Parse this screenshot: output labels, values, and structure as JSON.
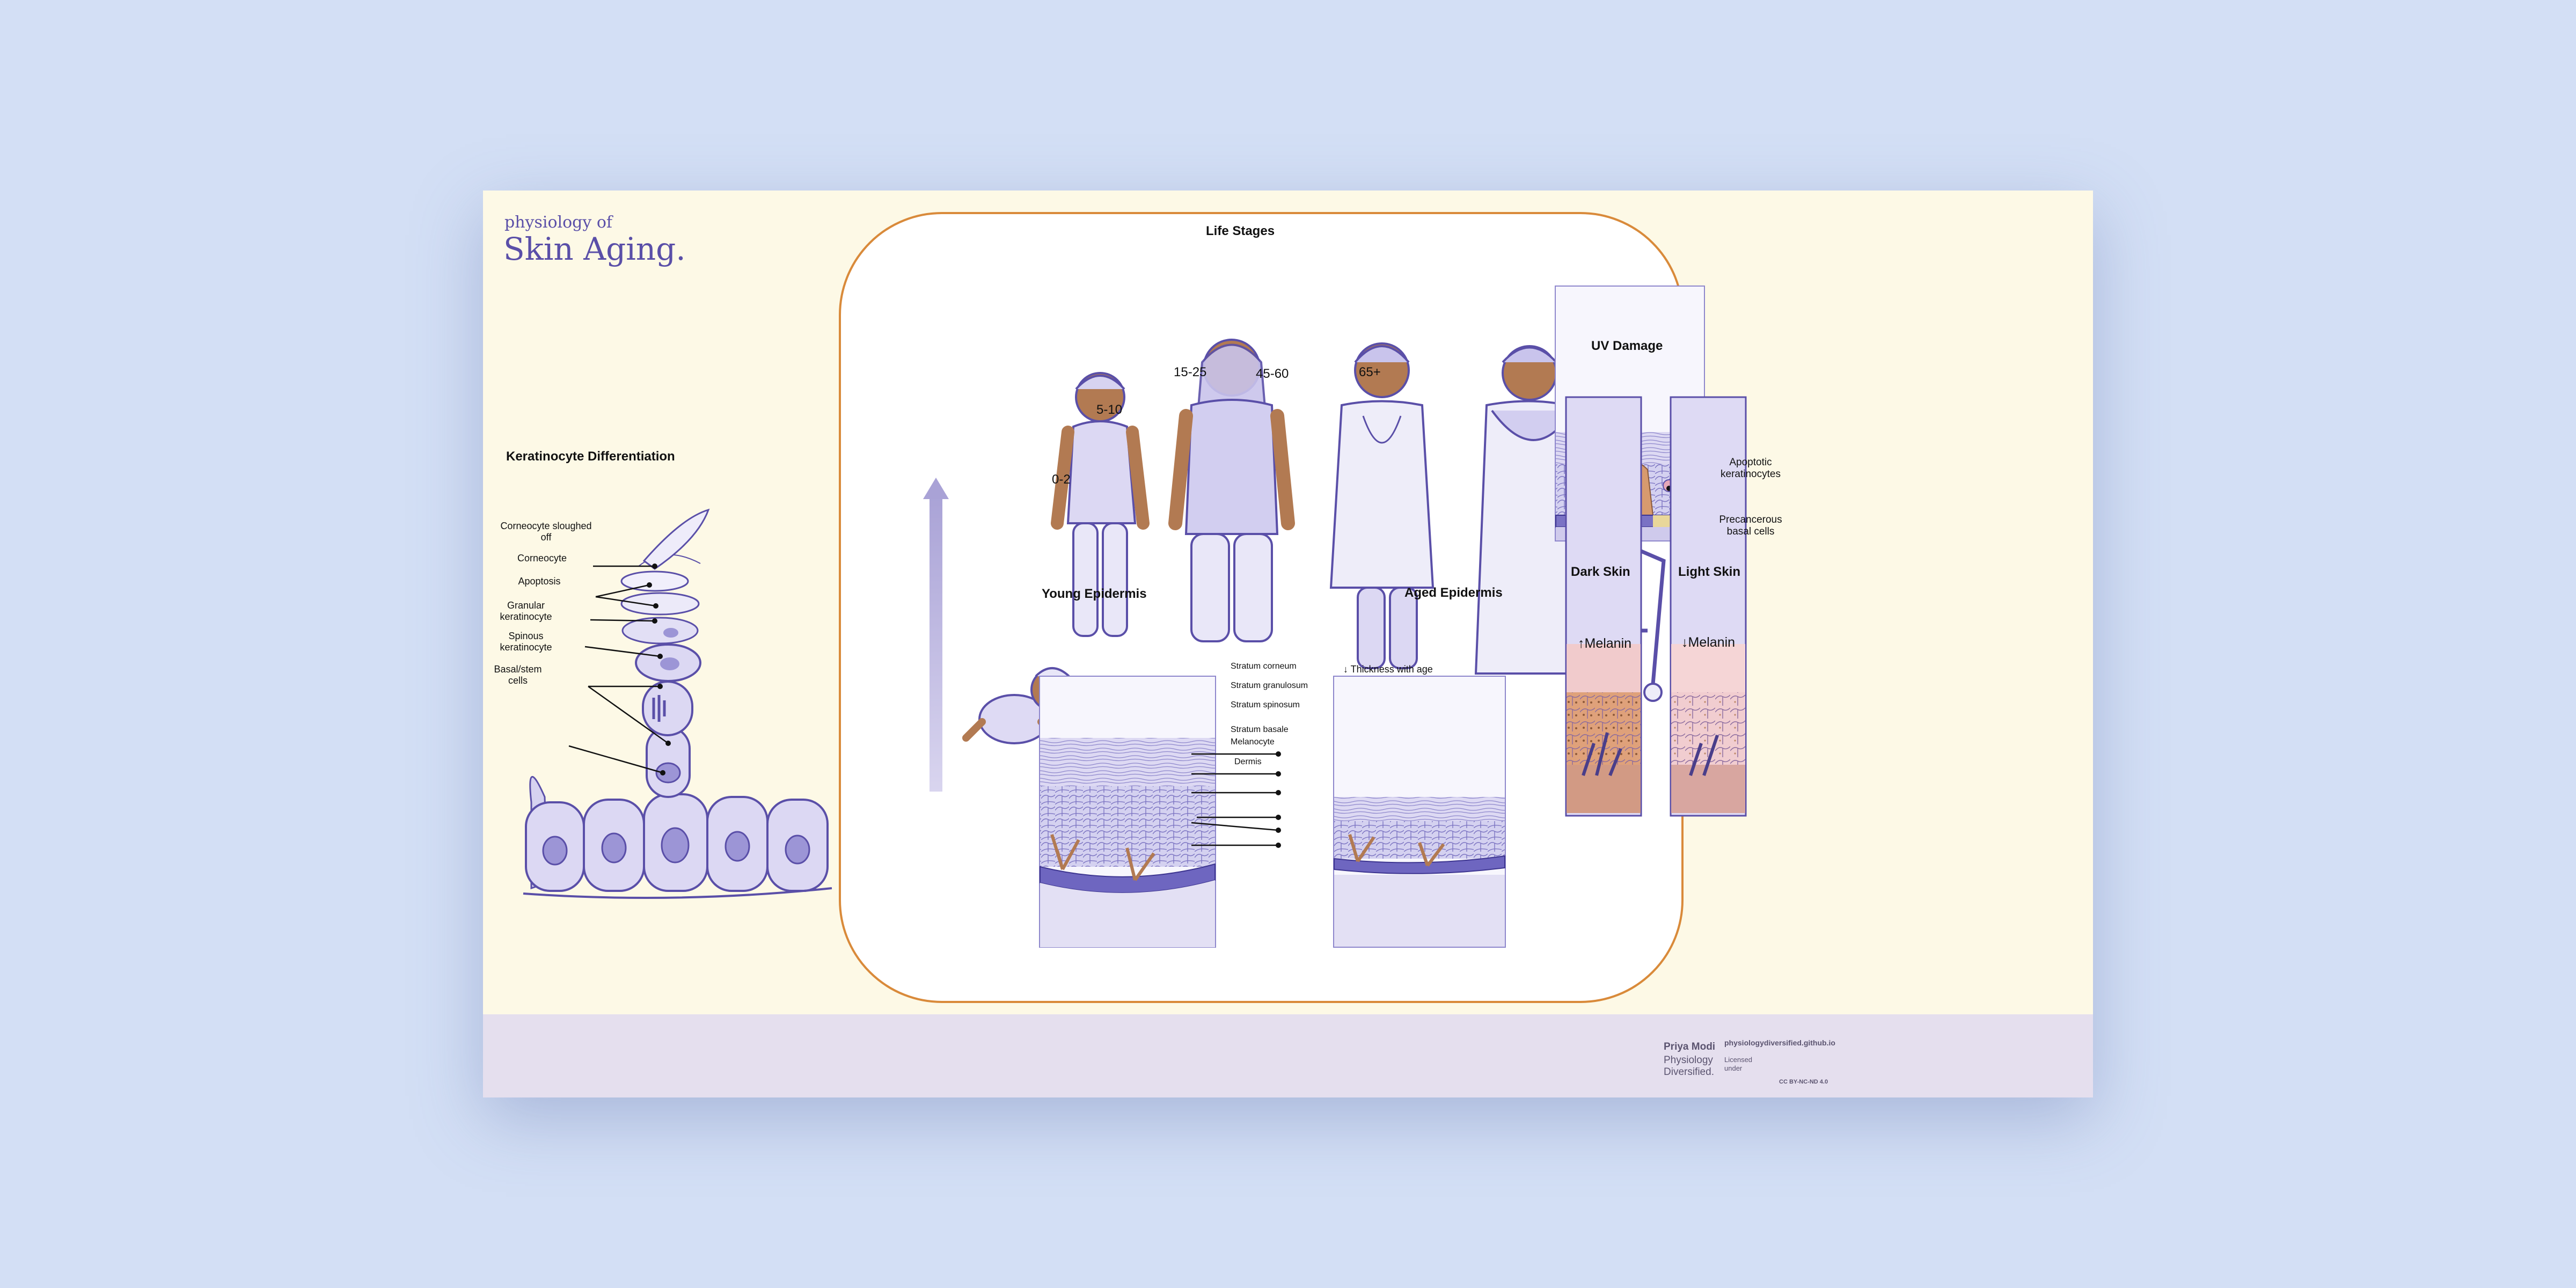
{
  "header": {
    "kicker": "physiology of",
    "title": "Skin Aging."
  },
  "keratinocyte": {
    "heading": "Keratinocyte Differentiation",
    "labels": [
      "Corneocyte sloughed off",
      "Corneocyte",
      "Apoptosis",
      "Granular keratinocyte",
      "Spinous keratinocyte",
      "Basal/stem cells"
    ]
  },
  "life_stages": {
    "heading": "Life Stages",
    "ages": [
      "0-2",
      "5-10",
      "15-25",
      "45-60",
      "65+"
    ]
  },
  "young": {
    "heading": "Young Epidermis",
    "layers": [
      "Stratum corneum",
      "Stratum granulosum",
      "Stratum spinosum",
      "Stratum basale",
      "Melanocyte",
      "Dermis"
    ]
  },
  "aged": {
    "heading": "Aged Epidermis",
    "note": "↓ Thickness with age"
  },
  "uv": {
    "heading": "UV Damage",
    "labels": [
      "Apoptotic keratinocytes",
      "Precancerous basal cells"
    ]
  },
  "dark_skin": {
    "heading": "Dark Skin",
    "melanin": "↑Melanin"
  },
  "light_skin": {
    "heading": "Light Skin",
    "melanin": "↓Melanin"
  },
  "footer": {
    "author": "Priya Modi",
    "brand_line1": "Physiology",
    "brand_line2": "Diversified.",
    "url": "physiologydiversified.github.io",
    "licensed_line1": "Licensed",
    "licensed_line2": "under",
    "license": "CC BY-NC-ND 4.0"
  },
  "colors": {
    "card": "#fdf9e6",
    "footer": "#e5dfee",
    "page": "#d3dff5",
    "accent_purple": "#5a4fa8",
    "frame_orange": "#d98a3a",
    "cell_lavender": "#c9c6ec"
  }
}
